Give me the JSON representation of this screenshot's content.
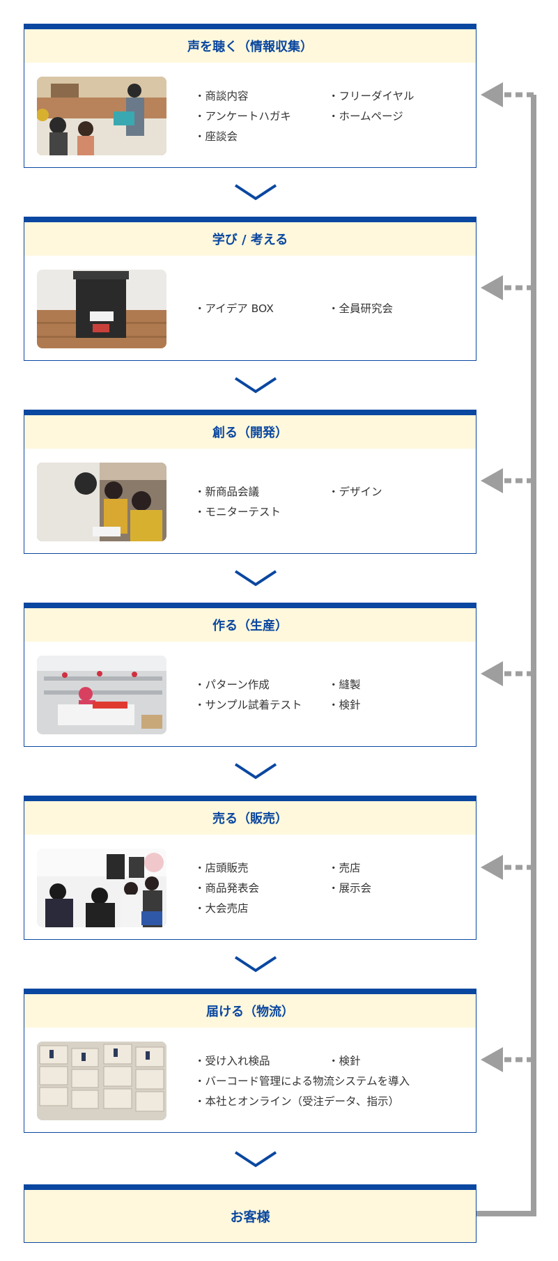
{
  "stages": [
    {
      "title": "声を聴く（情報収集）",
      "items": [
        "・商談内容",
        "・フリーダイヤル",
        "・アンケートハガキ",
        "・ホームページ",
        "・座談会"
      ]
    },
    {
      "title": "学び / 考える",
      "items": [
        "・アイデア BOX",
        "・全員研究会"
      ]
    },
    {
      "title": "創る（開発）",
      "items": [
        "・新商品会議",
        "・デザイン",
        "・モニターテスト"
      ]
    },
    {
      "title": "作る（生産）",
      "items": [
        "・パターン作成",
        "・縫製",
        "・サンプル試着テスト",
        "・検針"
      ]
    },
    {
      "title": "売る（販売）",
      "items": [
        "・店頭販売",
        "・売店",
        "・商品発表会",
        "・展示会",
        "・大会売店"
      ]
    },
    {
      "title": "届ける（物流）",
      "items": [
        "・受け入れ検品",
        "・検針",
        "・バーコード管理による物流システムを導入",
        "・本社とオンライン（受注データ、指示）"
      ]
    }
  ],
  "customer": {
    "title": "お客様"
  },
  "colors": {
    "primary": "#0a47a0",
    "header_bg": "#fff8dc",
    "arrow": "#9e9e9e"
  }
}
